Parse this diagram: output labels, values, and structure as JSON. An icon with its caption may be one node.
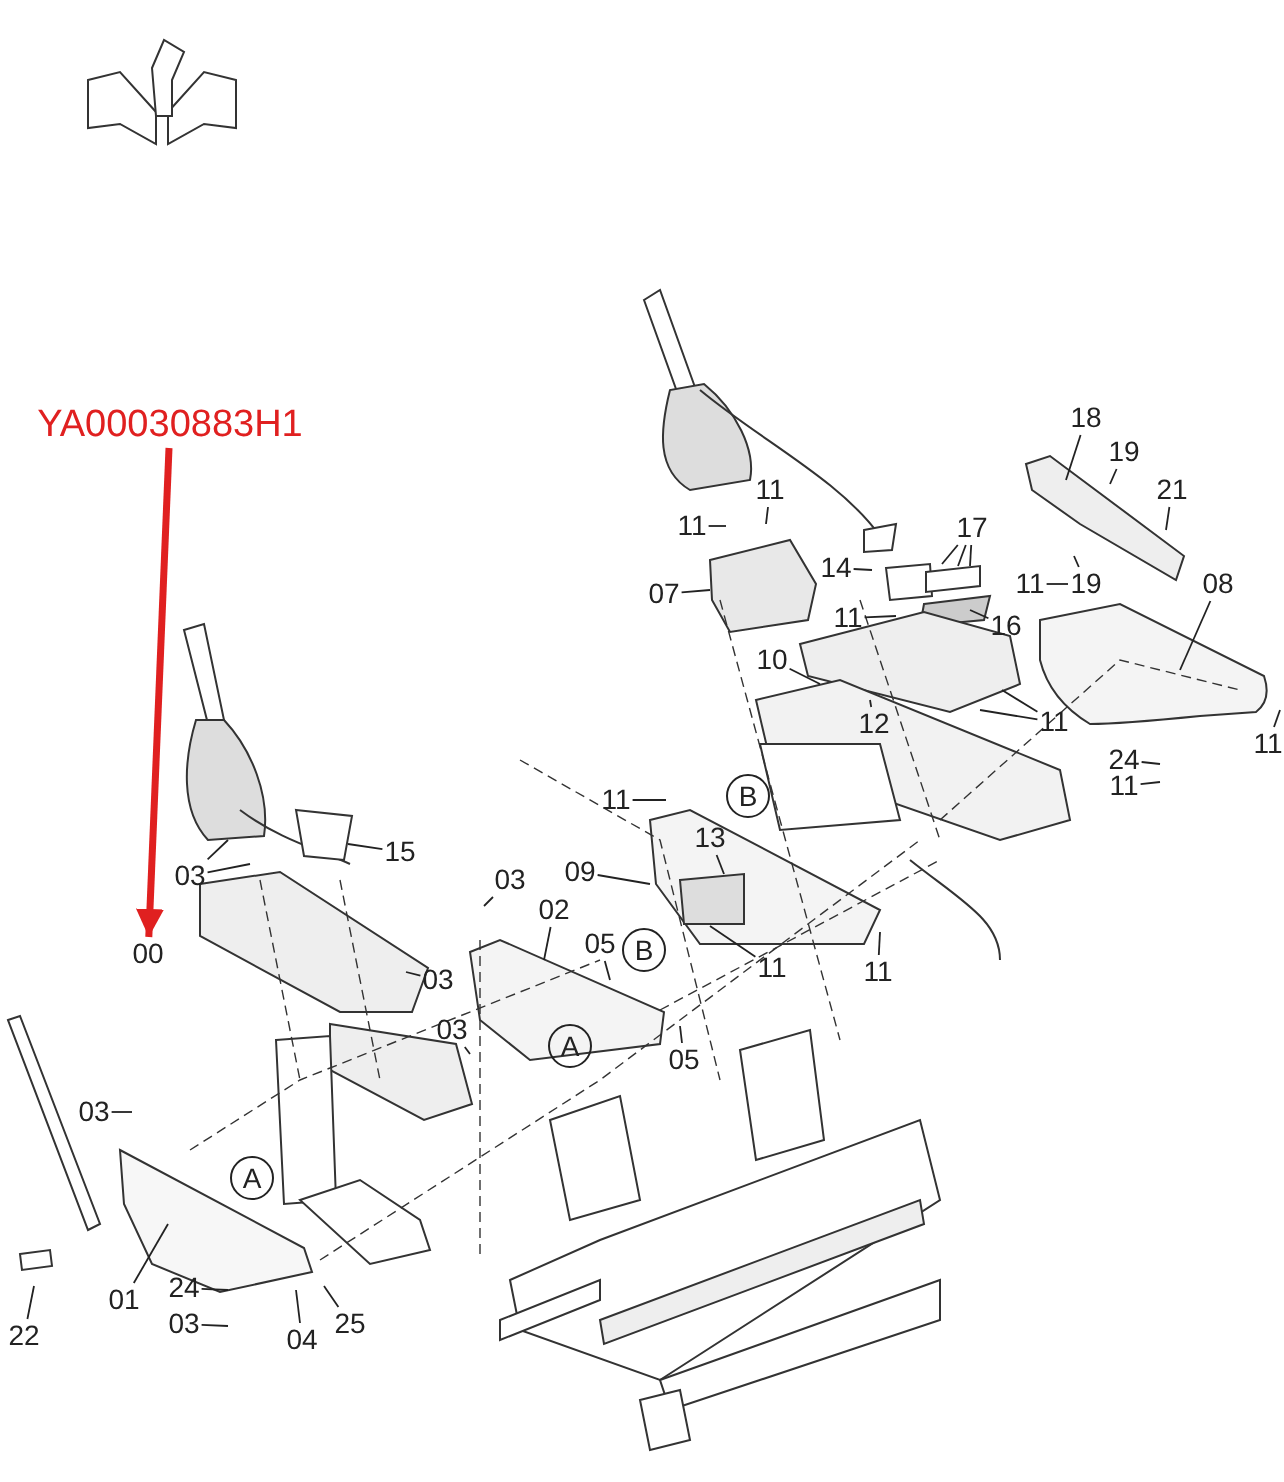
{
  "diagram": {
    "nodes": [
      {
        "text": [
          "YA00030883H1"
        ]
      },
      {
        "text": [
          "18"
        ]
      },
      {
        "text": [
          "19"
        ]
      },
      {
        "text": [
          "11"
        ]
      },
      {
        "text": [
          "21"
        ]
      },
      {
        "text": [
          "11"
        ]
      },
      {
        "text": [
          "17"
        ]
      },
      {
        "text": [
          "14"
        ]
      },
      {
        "text": [
          "11"
        ]
      },
      {
        "text": [
          "19"
        ]
      },
      {
        "text": [
          "08"
        ]
      },
      {
        "text": [
          "07"
        ]
      },
      {
        "text": [
          "11"
        ]
      },
      {
        "text": [
          "10"
        ]
      },
      {
        "text": [
          "16"
        ]
      },
      {
        "text": [
          "12"
        ]
      },
      {
        "text": [
          "11"
        ]
      },
      {
        "text": [
          "11"
        ]
      },
      {
        "text": [
          "24"
        ]
      },
      {
        "text": [
          "11"
        ]
      },
      {
        "text": [
          "B"
        ]
      },
      {
        "text": [
          "11"
        ]
      },
      {
        "text": [
          "13"
        ]
      },
      {
        "text": [
          "15"
        ]
      },
      {
        "text": [
          "09"
        ]
      },
      {
        "text": [
          "03"
        ]
      },
      {
        "text": [
          "03"
        ]
      },
      {
        "text": [
          "02"
        ]
      },
      {
        "text": [
          "05"
        ]
      },
      {
        "text": [
          "B"
        ]
      },
      {
        "text": [
          "00"
        ]
      },
      {
        "text": [
          "11"
        ]
      },
      {
        "text": [
          "11"
        ]
      },
      {
        "text": [
          "03"
        ]
      },
      {
        "text": [
          "03"
        ]
      },
      {
        "text": [
          "A"
        ]
      },
      {
        "text": [
          "05"
        ]
      },
      {
        "text": [
          "03"
        ]
      },
      {
        "text": [
          "A"
        ]
      },
      {
        "text": [
          "01"
        ]
      },
      {
        "text": [
          "24"
        ]
      },
      {
        "text": [
          "03"
        ]
      },
      {
        "text": [
          "22"
        ]
      },
      {
        "text": [
          "25"
        ]
      },
      {
        "text": [
          "04"
        ]
      }
    ],
    "edges": [
      {
        "from": 0,
        "to": 30,
        "arrow": "to",
        "style": "thick",
        "color": "#e02020"
      },
      {
        "from": 1,
        "to": null,
        "arrow": "none"
      },
      {
        "from": 2,
        "to": null,
        "arrow": "none"
      },
      {
        "from": 3,
        "to": null,
        "arrow": "none"
      },
      {
        "from": 4,
        "to": null,
        "arrow": "none"
      },
      {
        "from": 5,
        "to": null,
        "arrow": "none"
      },
      {
        "from": 6,
        "to": null,
        "arrow": "none"
      },
      {
        "from": 6,
        "to": null,
        "arrow": "none"
      },
      {
        "from": 6,
        "to": null,
        "arrow": "none"
      },
      {
        "from": 7,
        "to": null,
        "arrow": "none"
      },
      {
        "from": 8,
        "to": null,
        "arrow": "none"
      },
      {
        "from": 9,
        "to": null,
        "arrow": "none"
      },
      {
        "from": 10,
        "to": null,
        "arrow": "none"
      },
      {
        "from": 11,
        "to": null,
        "arrow": "none"
      },
      {
        "from": 12,
        "to": null,
        "arrow": "none"
      },
      {
        "from": 13,
        "to": null,
        "arrow": "none"
      },
      {
        "from": 14,
        "to": null,
        "arrow": "none"
      },
      {
        "from": 15,
        "to": null,
        "arrow": "none"
      },
      {
        "from": 16,
        "to": null,
        "arrow": "none"
      },
      {
        "from": 16,
        "to": null,
        "arrow": "none"
      },
      {
        "from": 17,
        "to": null,
        "arrow": "none"
      },
      {
        "from": 18,
        "to": null,
        "arrow": "none"
      },
      {
        "from": 19,
        "to": null,
        "arrow": "none"
      },
      {
        "from": 21,
        "to": null,
        "arrow": "none"
      },
      {
        "from": 22,
        "to": null,
        "arrow": "none"
      },
      {
        "from": 23,
        "to": null,
        "arrow": "none"
      },
      {
        "from": 24,
        "to": null,
        "arrow": "none"
      },
      {
        "from": 25,
        "to": null,
        "arrow": "none"
      },
      {
        "from": 25,
        "to": null,
        "arrow": "none"
      },
      {
        "from": 26,
        "to": null,
        "arrow": "none"
      },
      {
        "from": 27,
        "to": null,
        "arrow": "none"
      },
      {
        "from": 28,
        "to": null,
        "arrow": "none"
      },
      {
        "from": 31,
        "to": null,
        "arrow": "none"
      },
      {
        "from": 32,
        "to": null,
        "arrow": "none"
      },
      {
        "from": 33,
        "to": null,
        "arrow": "none"
      },
      {
        "from": 34,
        "to": null,
        "arrow": "none"
      },
      {
        "from": 36,
        "to": null,
        "arrow": "none"
      },
      {
        "from": 37,
        "to": null,
        "arrow": "none"
      },
      {
        "from": 39,
        "to": null,
        "arrow": "none"
      },
      {
        "from": 40,
        "to": null,
        "arrow": "none"
      },
      {
        "from": 41,
        "to": null,
        "arrow": "none"
      },
      {
        "from": 42,
        "to": null,
        "arrow": "none"
      },
      {
        "from": 43,
        "to": null,
        "arrow": "none"
      },
      {
        "from": 44,
        "to": null,
        "arrow": "none"
      }
    ]
  }
}
